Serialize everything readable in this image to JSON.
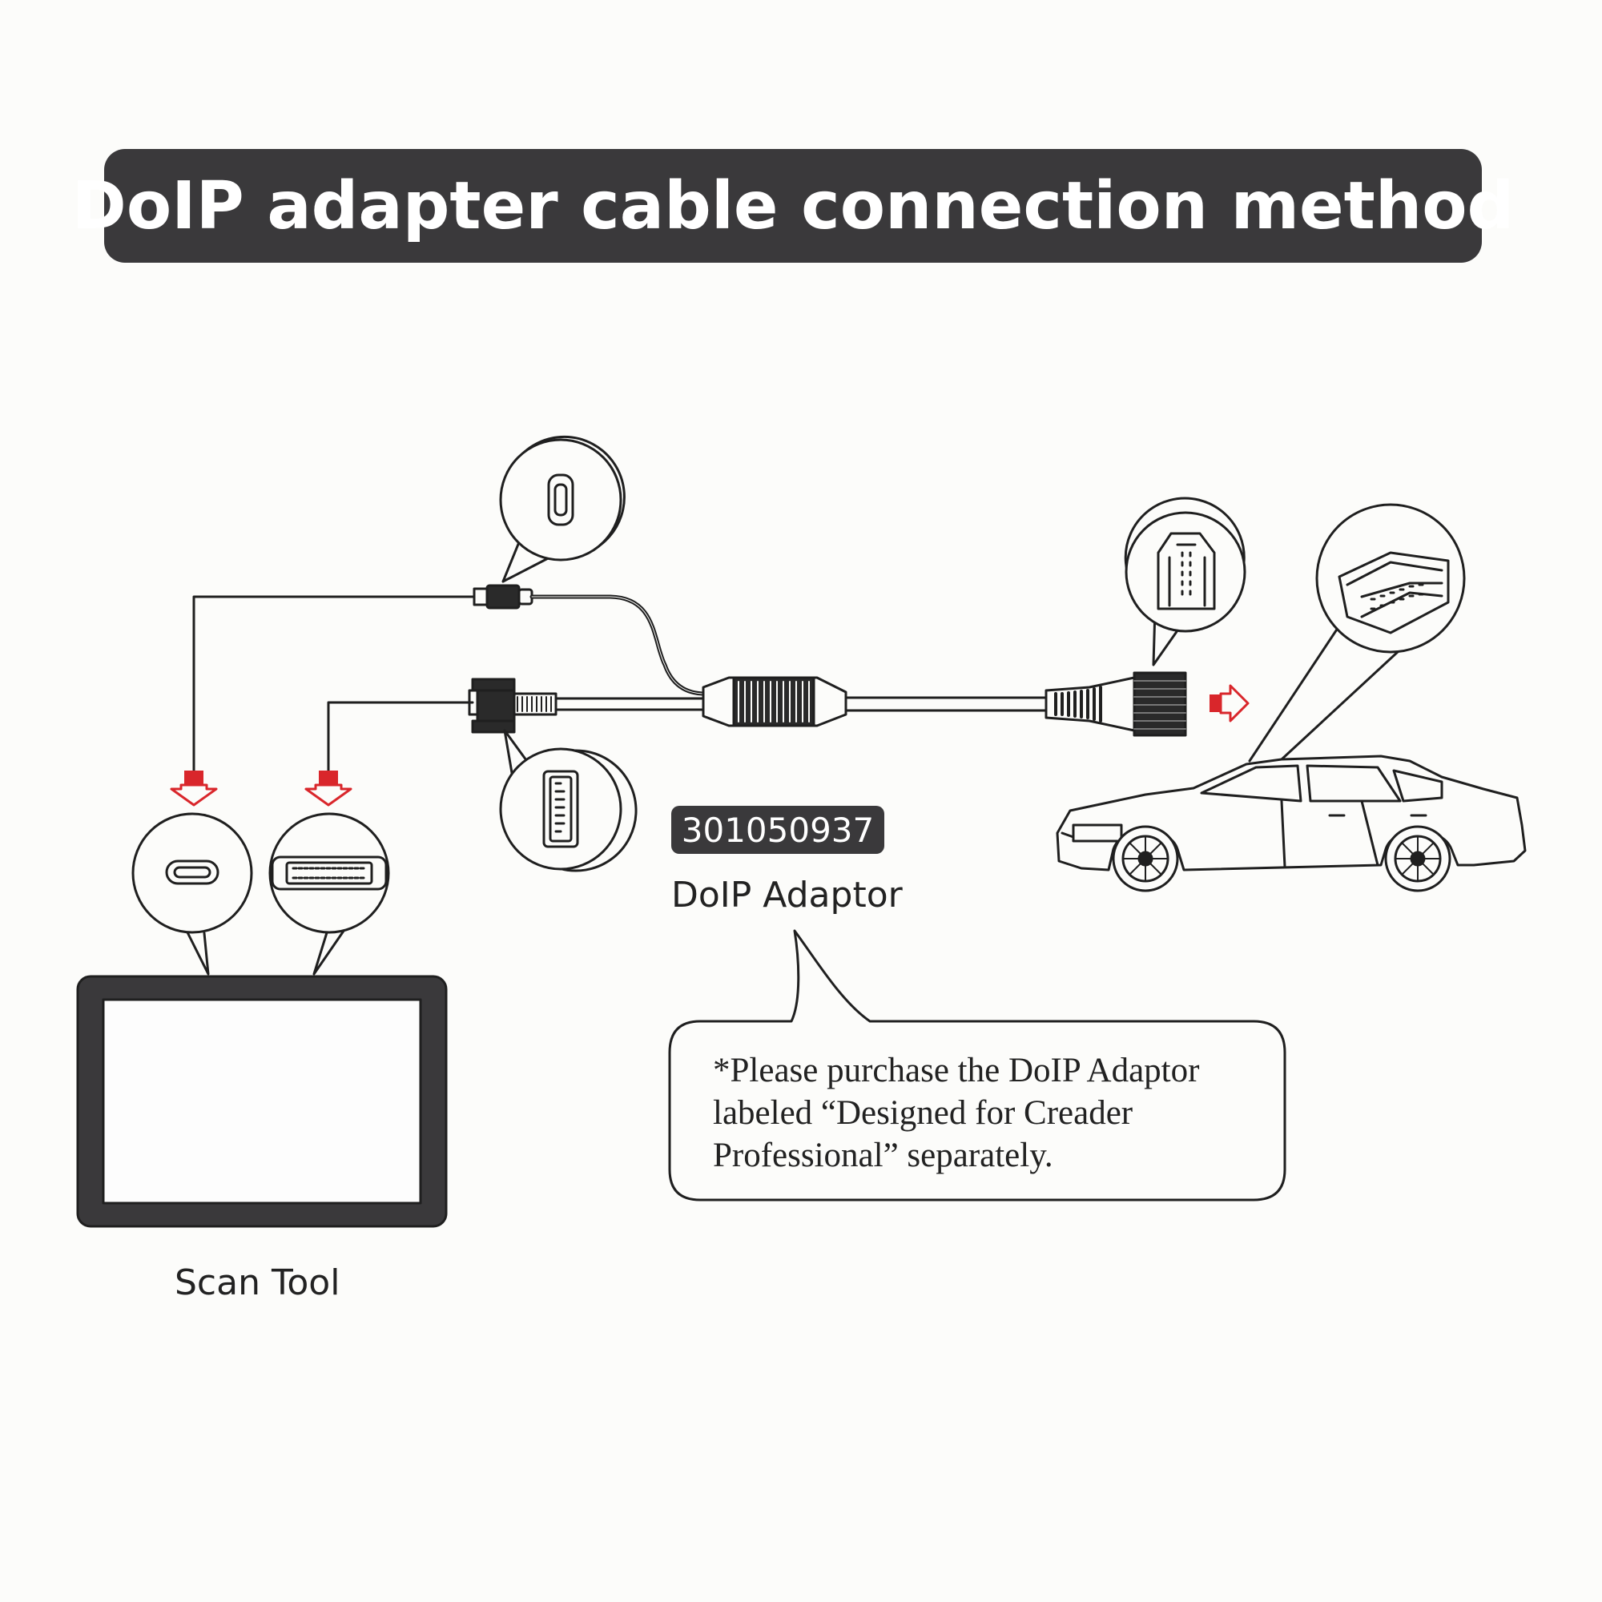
{
  "title": "DoIP adapter cable connection method",
  "part_number": "301050937",
  "adaptor_label": "DoIP Adaptor",
  "scan_tool_label": "Scan Tool",
  "note_lines": [
    "*Please purchase the DoIP Adaptor",
    "labeled “Designed for Creader",
    "Professional” separately."
  ],
  "colors": {
    "banner": "#3a393b",
    "arrow": "#d9262b",
    "line": "#1f1f1f",
    "background": "#fcfcfa"
  },
  "icons": [
    "usb-c-port-icon",
    "db15-port-icon",
    "obd2-port-icon",
    "car-obd-port-icon",
    "car-icon",
    "tablet-icon",
    "arrow-down-icon",
    "arrow-right-icon"
  ]
}
